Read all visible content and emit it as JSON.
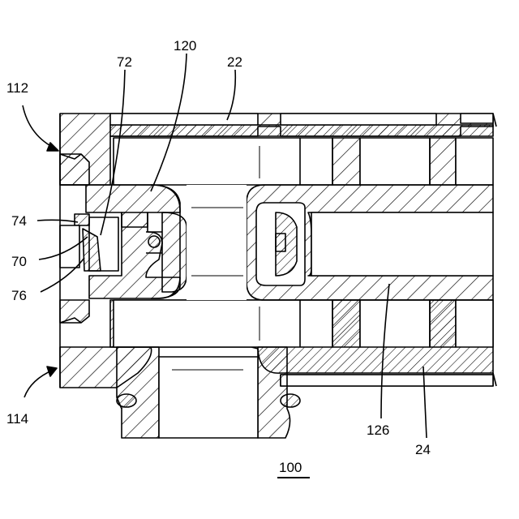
{
  "figure": {
    "number": "100"
  },
  "labels": {
    "l112": "112",
    "l114": "114",
    "l72": "72",
    "l120": "120",
    "l22": "22",
    "l74": "74",
    "l70": "70",
    "l76": "76",
    "l126": "126",
    "l24": "24"
  }
}
